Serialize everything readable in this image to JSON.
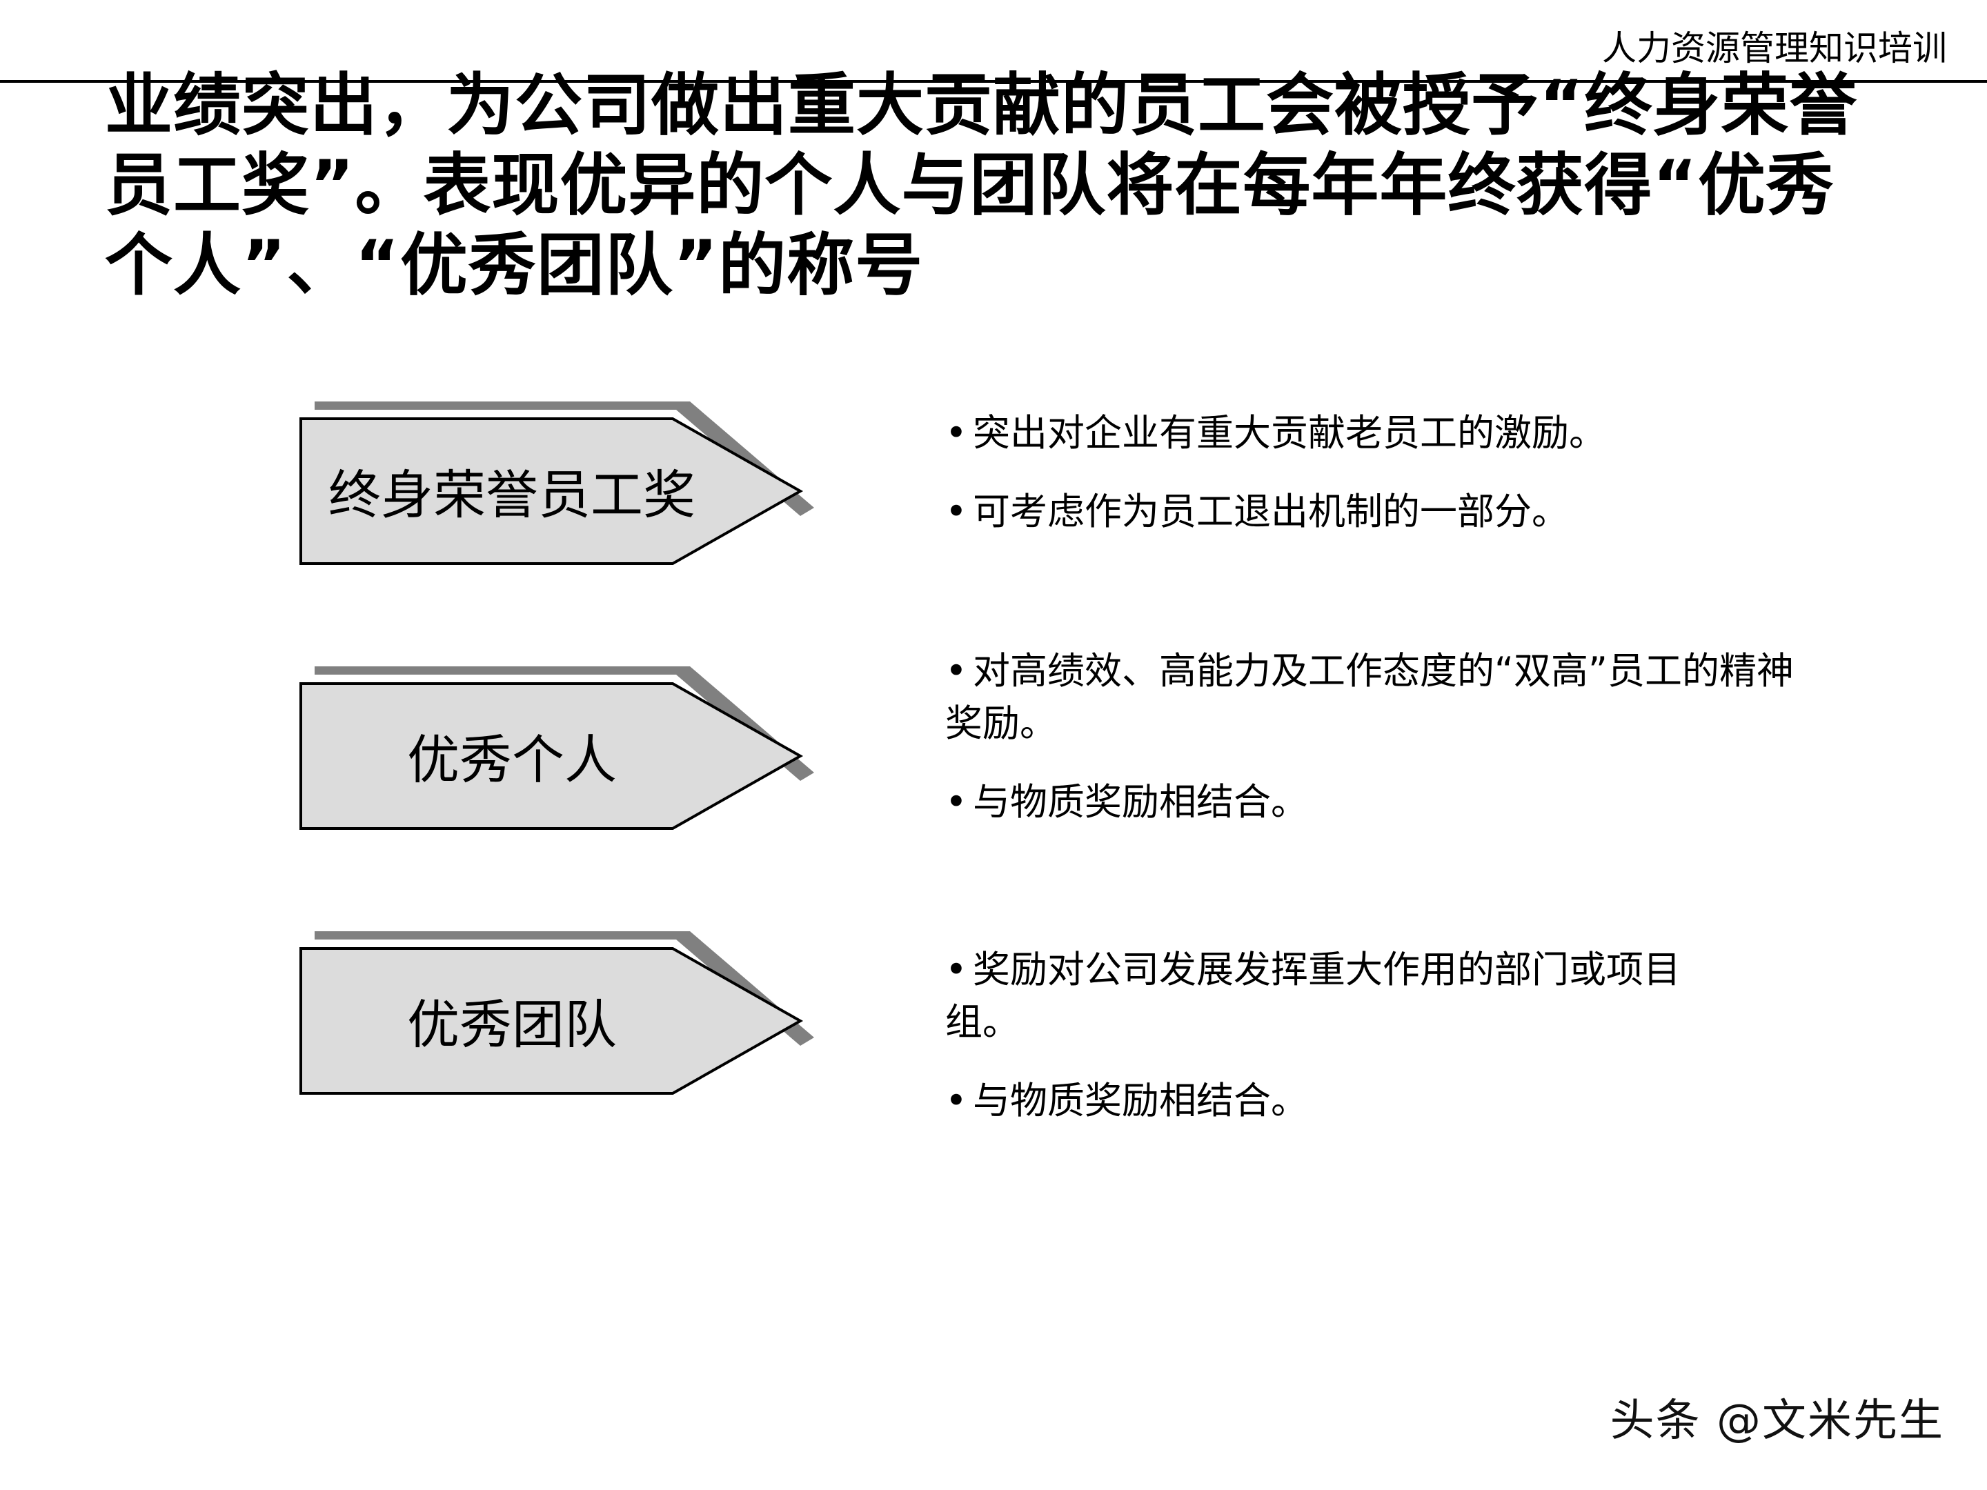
{
  "header": {
    "label": "人力资源管理知识培训"
  },
  "title": {
    "lines": [
      "业绩突出，为公司做出重大贡献的员工会被授予“终身荣誉",
      "员工奖”。表现优异的个人与团队将在每年年终获得“优秀",
      "个人”、“优秀团队”的称号"
    ]
  },
  "colors": {
    "shape_fill": "#dcdcdc",
    "shape_shadow": "#808080",
    "shape_border": "#000000"
  },
  "awards": [
    {
      "label": "终身荣誉员工奖",
      "bullets": [
        "突出对企业有重大贡献老员工的激励。",
        "可考虑作为员工退出机制的一部分。"
      ]
    },
    {
      "label": "优秀个人",
      "bullets": [
        "对高绩效、高能力及工作态度的“双高”员工的精神奖励。",
        "与物质奖励相结合。"
      ]
    },
    {
      "label": "优秀团队",
      "bullets": [
        "奖励对公司发展发挥重大作用的部门或项目组。",
        "与物质奖励相结合。"
      ]
    }
  ],
  "bullet_glyph": "•",
  "watermark": "头条 @文米先生"
}
